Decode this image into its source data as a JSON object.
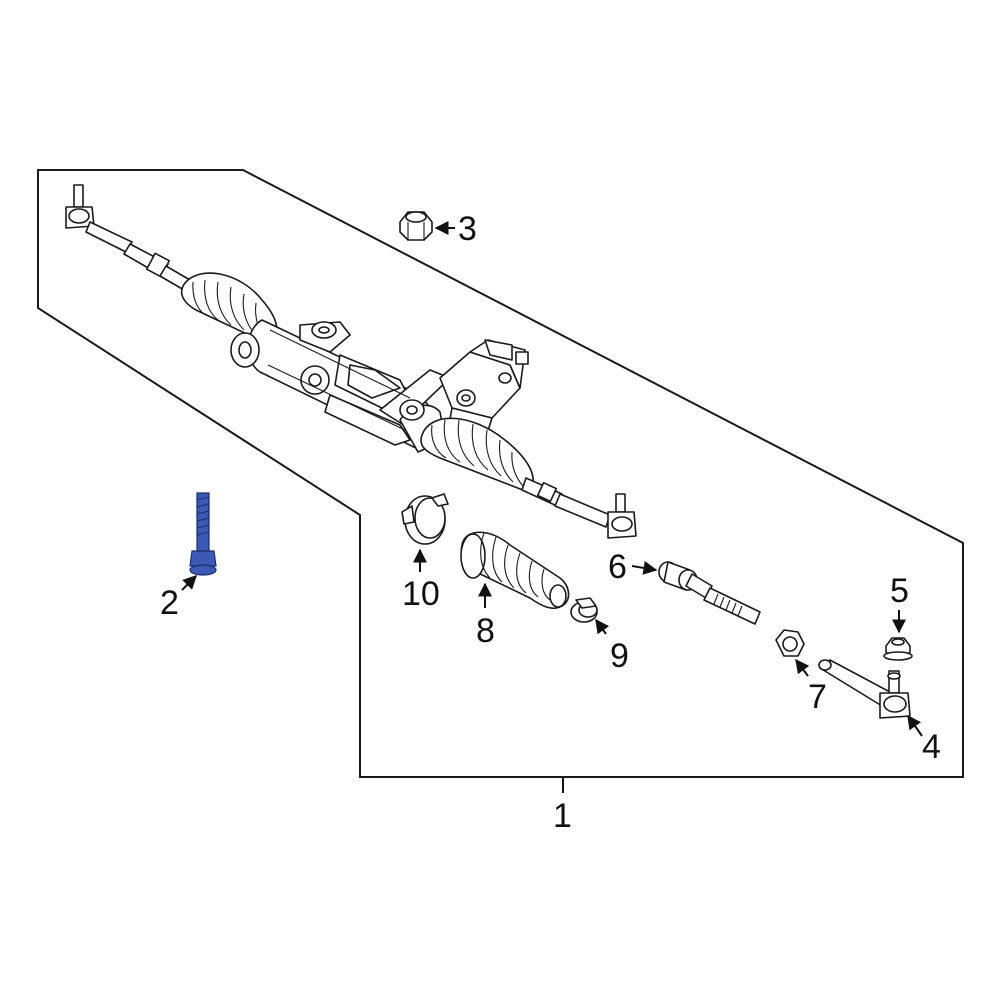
{
  "callouts": {
    "c1": "1",
    "c2": "2",
    "c3": "3",
    "c4": "4",
    "c5": "5",
    "c6": "6",
    "c7": "7",
    "c8": "8",
    "c9": "9",
    "c10": "10"
  },
  "colors": {
    "line": "#1a1a1a",
    "highlight_bolt": "#3b59b5",
    "background": "#ffffff"
  }
}
